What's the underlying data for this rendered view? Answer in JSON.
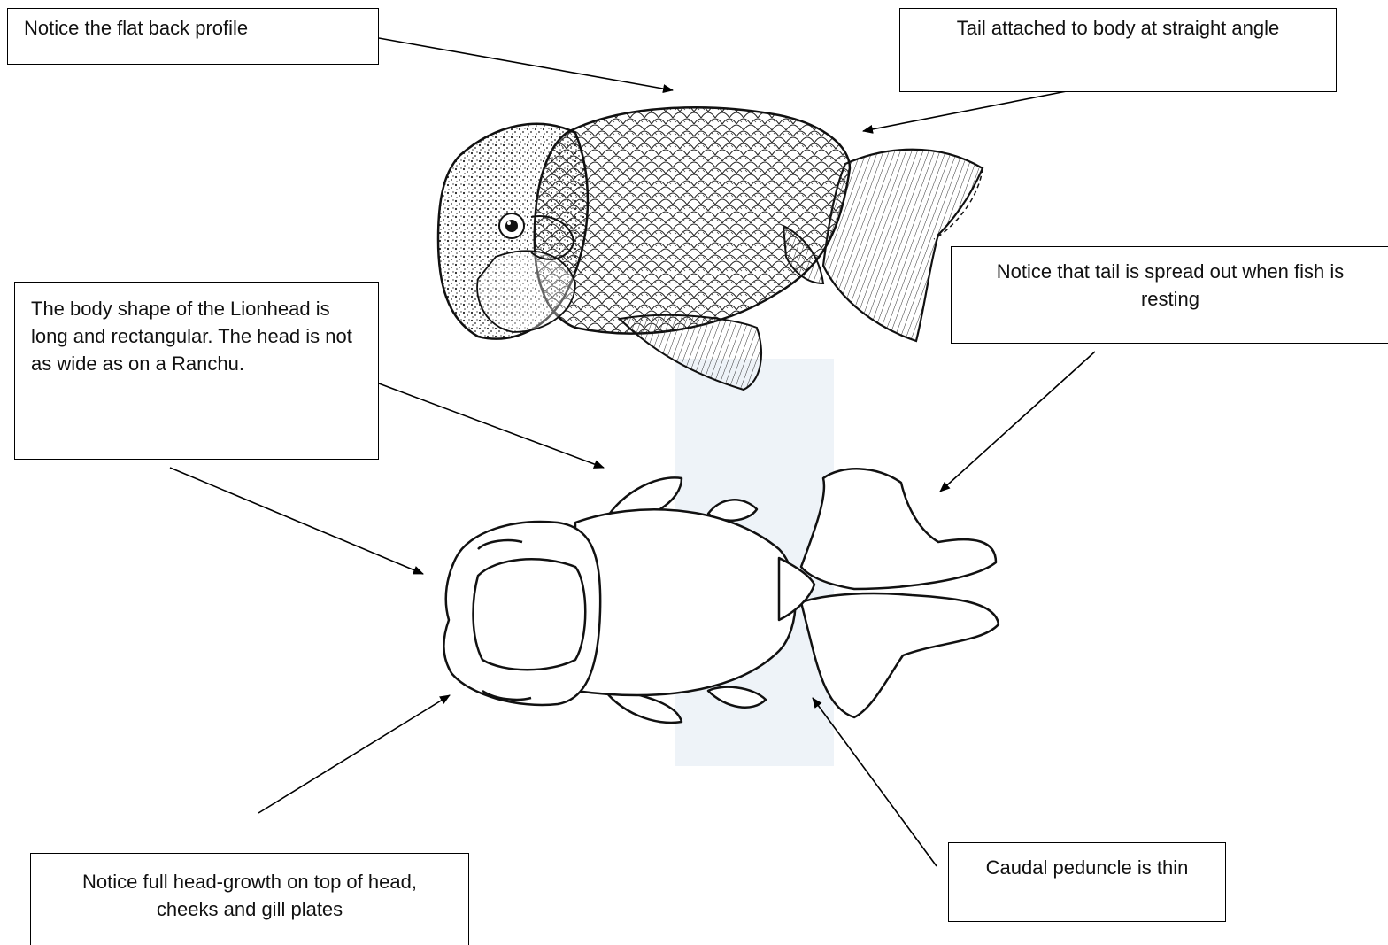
{
  "callouts": {
    "flat_back": "Notice the flat back profile",
    "tail_angle": "Tail attached to body at straight angle",
    "body_shape": "The body shape of the Lionhead is long and rectangular.  The head is not as wide as on a Ranchu.",
    "tail_spread": "Notice that tail is spread out when fish is resting",
    "head_growth": "Notice full head-growth on top of head, cheeks and gill plates",
    "peduncle": "Caudal peduncle is thin"
  },
  "illustrations": {
    "side_view": "lionhead-goldfish-side-view",
    "top_view": "lionhead-goldfish-top-view"
  }
}
